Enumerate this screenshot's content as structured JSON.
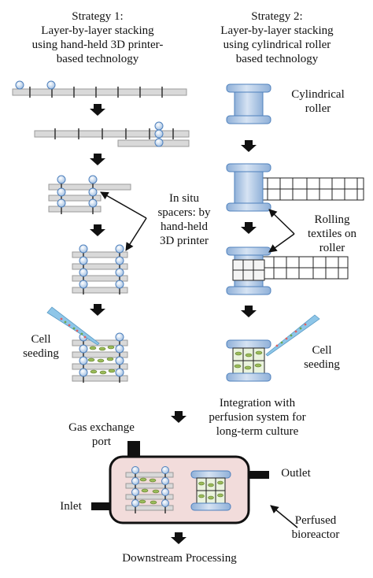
{
  "strategy1": {
    "lines": [
      "Strategy 1:",
      "Layer-by-layer stacking",
      "using hand-held 3D printer-",
      "based technology"
    ]
  },
  "strategy2": {
    "lines": [
      "Strategy 2:",
      "Layer-by-layer stacking",
      "using cylindrical roller",
      "based technology"
    ]
  },
  "labels": {
    "cylindrical_roller": [
      "Cylindrical",
      "roller"
    ],
    "in_situ_spacers": [
      "In situ",
      "spacers: by",
      "hand-held",
      "3D printer"
    ],
    "rolling_textiles": [
      "Rolling",
      "textiles on",
      "roller"
    ],
    "cell_seeding_left": [
      "Cell",
      "seeding"
    ],
    "cell_seeding_right": [
      "Cell",
      "seeding"
    ],
    "integration": [
      "Integration with",
      "perfusion system for",
      "long-term culture"
    ],
    "gas_exchange": [
      "Gas exchange",
      "port"
    ],
    "outlet": "Outlet",
    "inlet": "Inlet",
    "perfused_bioreactor": [
      "Perfused",
      "bioreactor"
    ],
    "downstream": "Downstream Processing"
  },
  "colors": {
    "bar_fill": "#d9d9d9",
    "bar_stroke": "#9a9a9a",
    "bead_fill": "#c6d9f1",
    "bead_stroke": "#4f81bd",
    "roller_fill": "#b8cce4",
    "roller_stroke": "#4f81bd",
    "reactor_fill": "#f2dcdb",
    "cell_fill": "#9bbb59",
    "pipette_fill": "#8ec6e8",
    "dot_red": "#e06060",
    "arrow": "#111111"
  }
}
